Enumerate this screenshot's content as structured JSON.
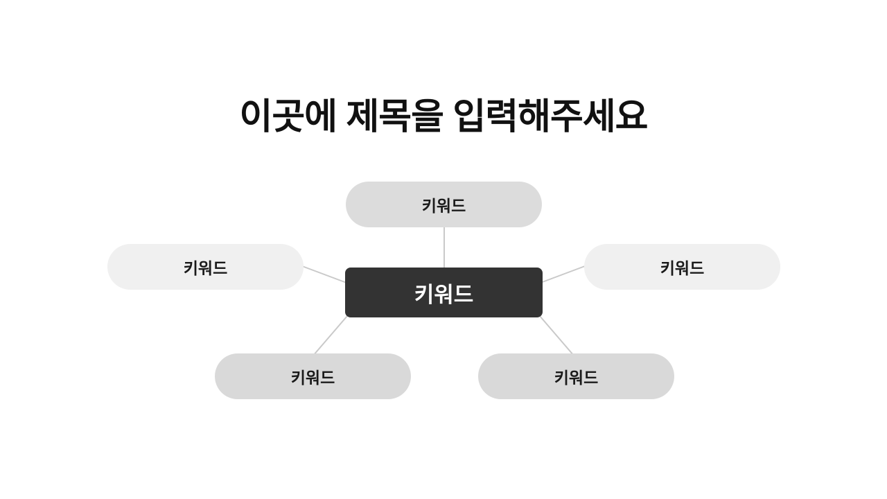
{
  "page": {
    "background": "#ffffff"
  },
  "title": {
    "text": "이곳에 제목을 입력해주세요",
    "color": "#111111"
  },
  "diagram": {
    "connector_color": "#c9c9c9",
    "center": {
      "label": "키워드",
      "bg": "#333333",
      "text_color": "#ffffff"
    },
    "nodes": [
      {
        "position": "top",
        "label": "키워드",
        "bg": "#dcdcdc",
        "text_color": "#1a1a1a"
      },
      {
        "position": "left",
        "label": "키워드",
        "bg": "#f0f0f0",
        "text_color": "#1a1a1a"
      },
      {
        "position": "right",
        "label": "키워드",
        "bg": "#f0f0f0",
        "text_color": "#1a1a1a"
      },
      {
        "position": "bottom-left",
        "label": "키워드",
        "bg": "#d9d9d9",
        "text_color": "#1a1a1a"
      },
      {
        "position": "bottom-right",
        "label": "키워드",
        "bg": "#d9d9d9",
        "text_color": "#1a1a1a"
      }
    ]
  }
}
